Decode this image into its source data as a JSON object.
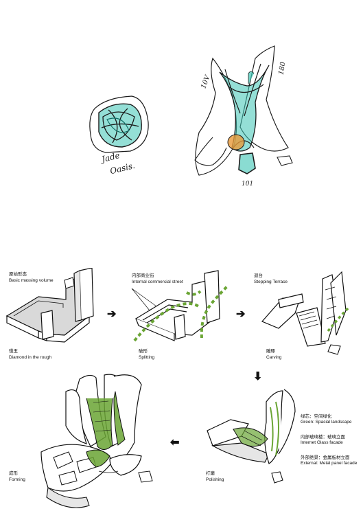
{
  "sketch": {
    "left_label_line1": "Jade",
    "left_label_line2": "Oasis.",
    "dim_left": "10V",
    "dim_right": "180",
    "dim_bottom": "101"
  },
  "steps": [
    {
      "cn": "原始形态",
      "en": "Basic massing volume"
    },
    {
      "cn": "璞玉",
      "en": "Diamond in the rough"
    },
    {
      "cn": "内部商业街",
      "en": "Internal commercial street"
    },
    {
      "cn": "破形",
      "en": "Splitting"
    },
    {
      "cn": "退台",
      "en": "Stepping Terrace"
    },
    {
      "cn": "雕琢",
      "en": "Carving"
    },
    {
      "cn": "打磨",
      "en": "Polishing"
    },
    {
      "cn": "成形",
      "en": "Forming"
    }
  ],
  "annotations": [
    {
      "cn": "绿芯：空间绿化",
      "en": "Green: Spacial landscape"
    },
    {
      "cn": "内部玻璃楼：玻璃立面",
      "en": "Internet Glass facade"
    },
    {
      "cn": "外部绝景：金属板材立面",
      "en": "External: Metal panel facade"
    }
  ],
  "arrows": {
    "right": "➔",
    "down": "⬇",
    "left": "⬅"
  },
  "colors": {
    "green": "#6aa534",
    "teal": "#3cc4b4",
    "orange": "#e89a3a",
    "ink": "#1b1b1b"
  }
}
